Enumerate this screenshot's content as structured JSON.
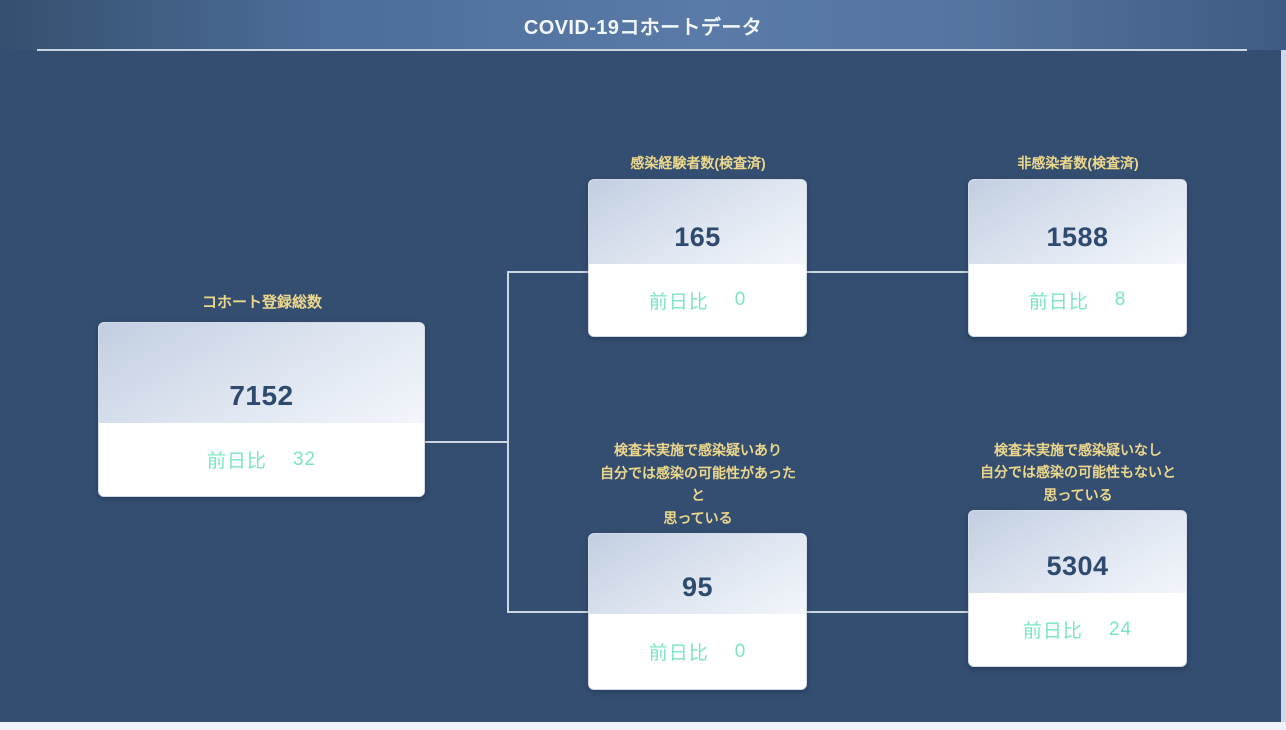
{
  "title": "COVID-19コホートデータ",
  "cards": {
    "total": {
      "label": "コホート登録総数",
      "value": "7152",
      "delta_label": "前日比",
      "delta_value": "32"
    },
    "infected_tested": {
      "label": "感染経験者数(検査済)",
      "value": "165",
      "delta_label": "前日比",
      "delta_value": "0"
    },
    "not_infected_tested": {
      "label": "非感染者数(検査済)",
      "value": "1588",
      "delta_label": "前日比",
      "delta_value": "8"
    },
    "untested_suspected": {
      "label": "検査未実施で感染疑いあり\n自分では感染の可能性があった\nと\n思っている",
      "value": "95",
      "delta_label": "前日比",
      "delta_value": "0"
    },
    "untested_not_suspected": {
      "label": "検査未実施で感染疑いなし\n自分では感染の可能性もないと\n思っている",
      "value": "5304",
      "delta_label": "前日比",
      "delta_value": "24"
    }
  },
  "colors": {
    "panel_background": "#344e71",
    "header_gradient_left": "#34506f",
    "header_gradient_mid": "#5a7aa8",
    "header_gradient_right": "#3e5b83",
    "card_label_gold": "#ecd78b",
    "delta_teal": "#79e5c6",
    "value_navy": "#2e4a6e",
    "connector_line": "#cdd7e2",
    "title_text": "#f3f7fb"
  }
}
